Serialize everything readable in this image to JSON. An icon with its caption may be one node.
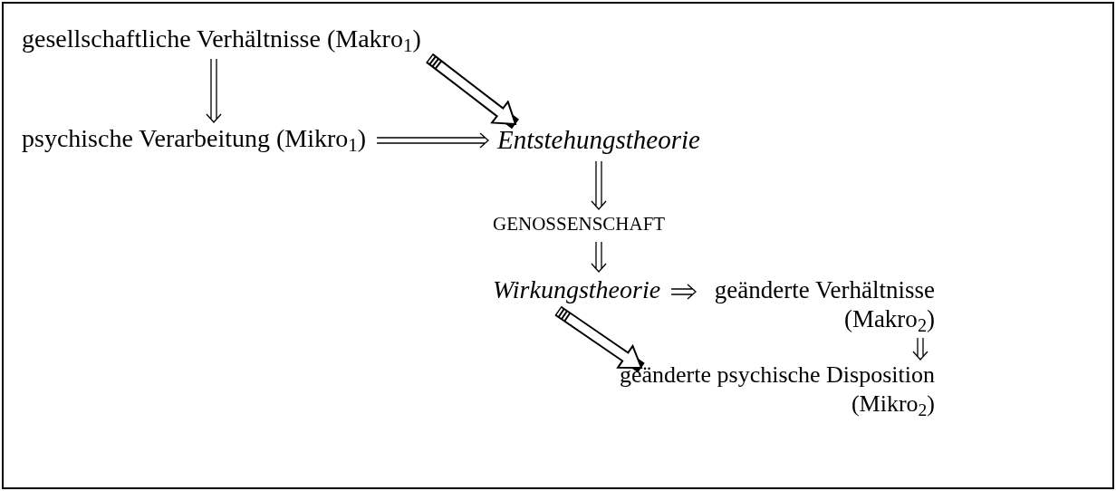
{
  "diagram": {
    "nodes": [
      {
        "text": [
          "gesellschaftliche Verhältnisse (Makro$_{1}$)"
        ]
      },
      {
        "text": [
          "psychische Verarbeitung (Mikro$_{1}$)"
        ]
      },
      {
        "text": [
          "Entstehungstheorie"
        ]
      },
      {
        "text": [
          "GENOSSENSCHAFT"
        ]
      },
      {
        "text": [
          "Wirkungstheorie"
        ]
      },
      {
        "text": [
          "geänderte Verhältnisse (Makro$_{2}$)"
        ]
      },
      {
        "text": [
          "geänderte psychische Disposition (Mikro$_{2}$)"
        ]
      }
    ],
    "edges": [
      {
        "from": 0,
        "to": 1,
        "arrow": "to"
      },
      {
        "from": 0,
        "to": 2,
        "arrow": "to",
        "style": "thick"
      },
      {
        "from": 1,
        "to": 2,
        "arrow": "to"
      },
      {
        "from": 2,
        "to": 3,
        "arrow": "to"
      },
      {
        "from": 3,
        "to": 4,
        "arrow": "to"
      },
      {
        "from": 4,
        "to": 5,
        "arrow": "to"
      },
      {
        "from": 5,
        "to": 6,
        "arrow": "to"
      },
      {
        "from": 4,
        "to": 6,
        "arrow": "to",
        "style": "thick"
      }
    ]
  }
}
